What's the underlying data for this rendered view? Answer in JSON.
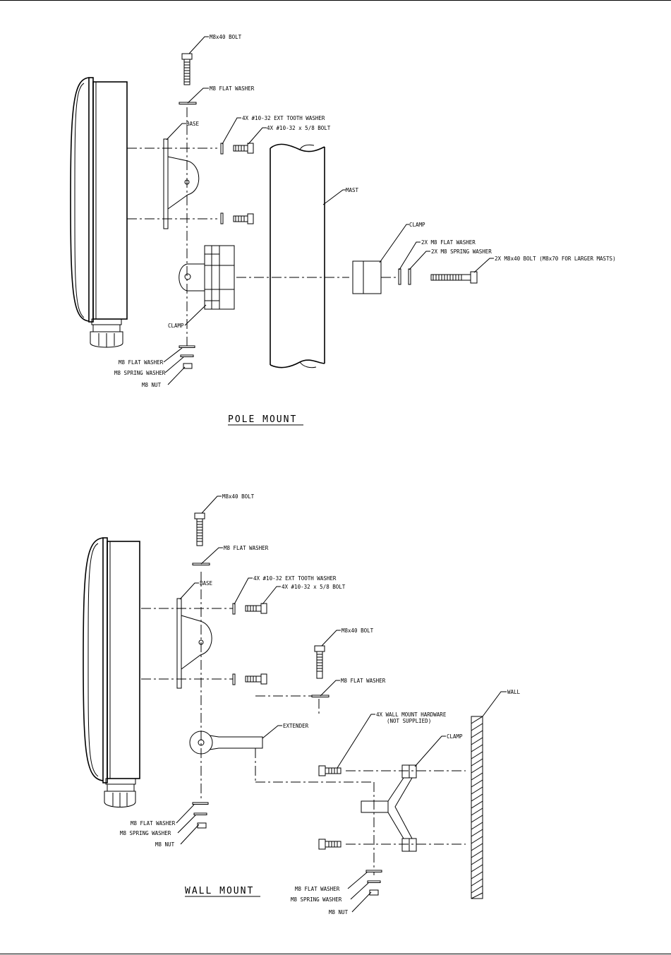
{
  "pole_mount": {
    "title": "POLE MOUNT",
    "labels": {
      "top_bolt": "M8x40 BOLT",
      "top_flat_washer": "M8 FLAT WASHER",
      "base": "BASE",
      "ext_tooth_washer": "4X #10-32 EXT TOOTH WASHER",
      "small_bolt": "4X #10-32 x 5/8 BOLT",
      "mast": "MAST",
      "clamp_right": "CLAMP",
      "flat_washer_2x": "2X M8 FLAT WASHER",
      "spring_washer_2x": "2X M8 SPRING WASHER",
      "long_bolt": "2X M8x40 BOLT (M8x70 FOR LARGER MASTS)",
      "clamp_left": "CLAMP",
      "bottom_flat_washer": "M8 FLAT WASHER",
      "bottom_spring_washer": "M8 SPRING WASHER",
      "bottom_nut": "M8 NUT"
    }
  },
  "wall_mount": {
    "title": "WALL MOUNT",
    "labels": {
      "top_bolt": "M8x40 BOLT",
      "top_flat_washer": "M8 FLAT WASHER",
      "base": "BASE",
      "ext_tooth_washer": "4X #10-32 EXT TOOTH WASHER",
      "small_bolt": "4X #10-32 x 5/8 BOLT",
      "ext_bolt": "M8x40 BOLT",
      "ext_flat_washer": "M8 FLAT WASHER",
      "wall": "WALL",
      "wall_hardware": "4X WALL MOUNT HARDWARE",
      "not_supplied": "(NOT SUPPLIED)",
      "clamp": "CLAMP",
      "extender": "EXTENDER",
      "bottom_flat_washer": "M8 FLAT WASHER",
      "bottom_spring_washer": "M8 SPRING WASHER",
      "bottom_nut": "M8 NUT",
      "clamp_flat_washer": "M8 FLAT WASHER",
      "clamp_spring_washer": "M8 SPRING WASHER",
      "clamp_nut": "M8 NUT"
    }
  }
}
